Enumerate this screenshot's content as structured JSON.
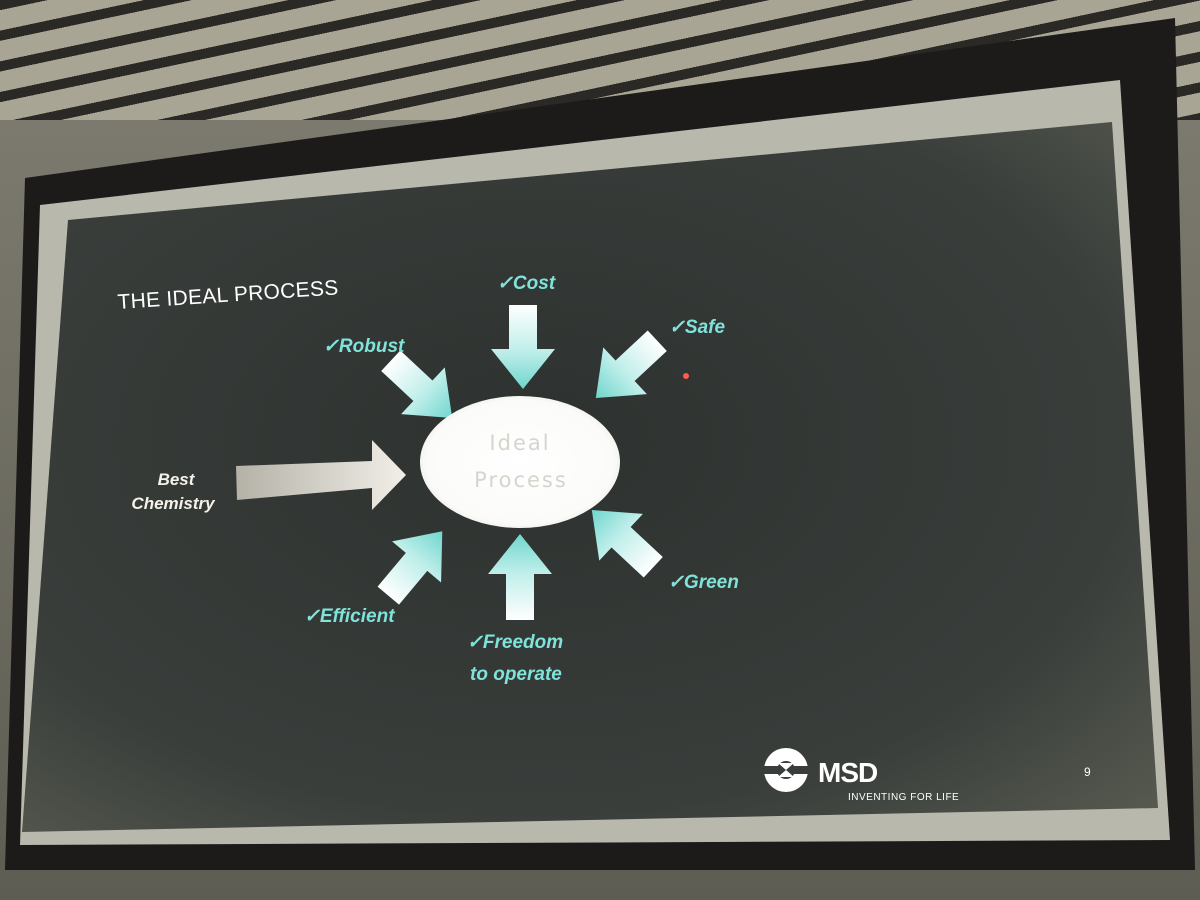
{
  "slide": {
    "title": "THE IDEAL PROCESS",
    "center_line1": "Ideal",
    "center_line2": "Process",
    "input_line1": "Best",
    "input_line2": "Chemistry",
    "factors": {
      "cost": "✓Cost",
      "safe": "✓Safe",
      "robust": "✓Robust",
      "green": "✓Green",
      "efficient": "✓Efficient",
      "freedom_line1": "✓Freedom",
      "freedom_line2": "to operate"
    },
    "logo_name": "MSD",
    "tagline": "INVENTING FOR LIFE",
    "page_number": "9"
  },
  "colors": {
    "accent": "#7fe3da",
    "slide_bg": "#333735",
    "bezel": "#1c1b1a",
    "screen_border": "#b8b8ad"
  }
}
